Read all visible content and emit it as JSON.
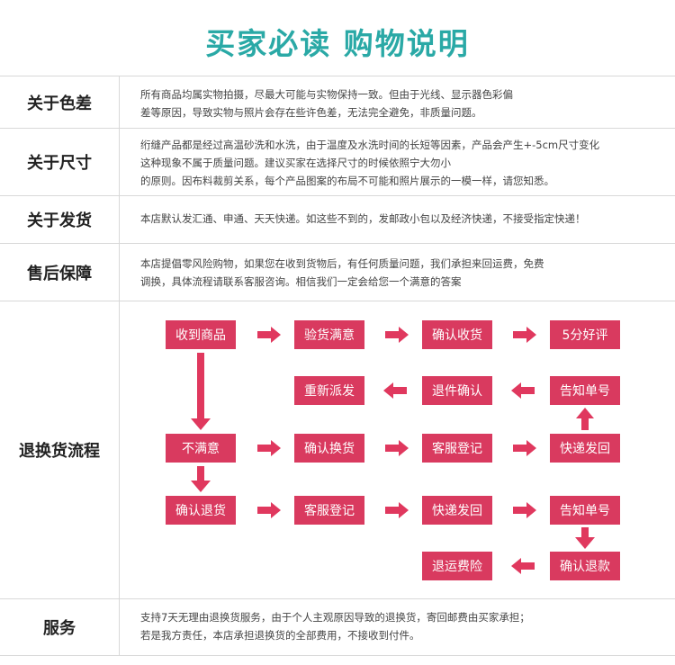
{
  "title": "买家必读  购物说明",
  "rows": [
    {
      "label": "关于色差",
      "lines": [
        "所有商品均属实物拍摄，尽最大可能与实物保持一致。但由于光线、显示器色彩偏",
        "差等原因，导致实物与照片会存在些许色差，无法完全避免，非质量问题。"
      ]
    },
    {
      "label": "关于尺寸",
      "lines": [
        "绗缝产品都是经过高温砂洗和水洗，由于温度及水洗时间的长短等因素，产品会产生+-5cm尺寸变化",
        "这种现象不属于质量问题。建议买家在选择尺寸的时候依照宁大勿小",
        "的原则。因布料裁剪关系，每个产品图案的布局不可能和照片展示的一模一样，请您知悉。"
      ]
    },
    {
      "label": "关于发货",
      "lines": [
        "本店默认发汇通、申通、天天快递。如这些不到的，发邮政小包以及经济快递，不接受指定快递！"
      ]
    },
    {
      "label": "售后保障",
      "lines": [
        "本店提倡零风险购物，如果您在收到货物后，有任何质量问题，我们承担来回运费，免费",
        "调换，具体流程请联系客服咨询。相信我们一定会给您一个满意的答案"
      ]
    },
    {
      "label": "退换货流程",
      "lines": []
    },
    {
      "label": "服务",
      "lines": [
        "支持7天无理由退换货服务，由于个人主观原因导致的退换货，寄回邮费由买家承担；",
        "若是我方责任，本店承担退换货的全部费用，不接收到付件。"
      ]
    }
  ],
  "flow": {
    "row1": [
      "收到商品",
      "验货满意",
      "确认收货",
      "5分好评"
    ],
    "row2": [
      "重新派发",
      "退件确认",
      "告知单号"
    ],
    "row3": [
      "不满意",
      "确认换货",
      "客服登记",
      "快递发回"
    ],
    "row4": [
      "确认退货",
      "客服登记",
      "快递发回",
      "告知单号"
    ],
    "row5": [
      "退运费险",
      "确认退款"
    ]
  },
  "colors": {
    "title": "#2aa9a6",
    "box": "#d93a5f",
    "arrow": "#e0385e"
  }
}
